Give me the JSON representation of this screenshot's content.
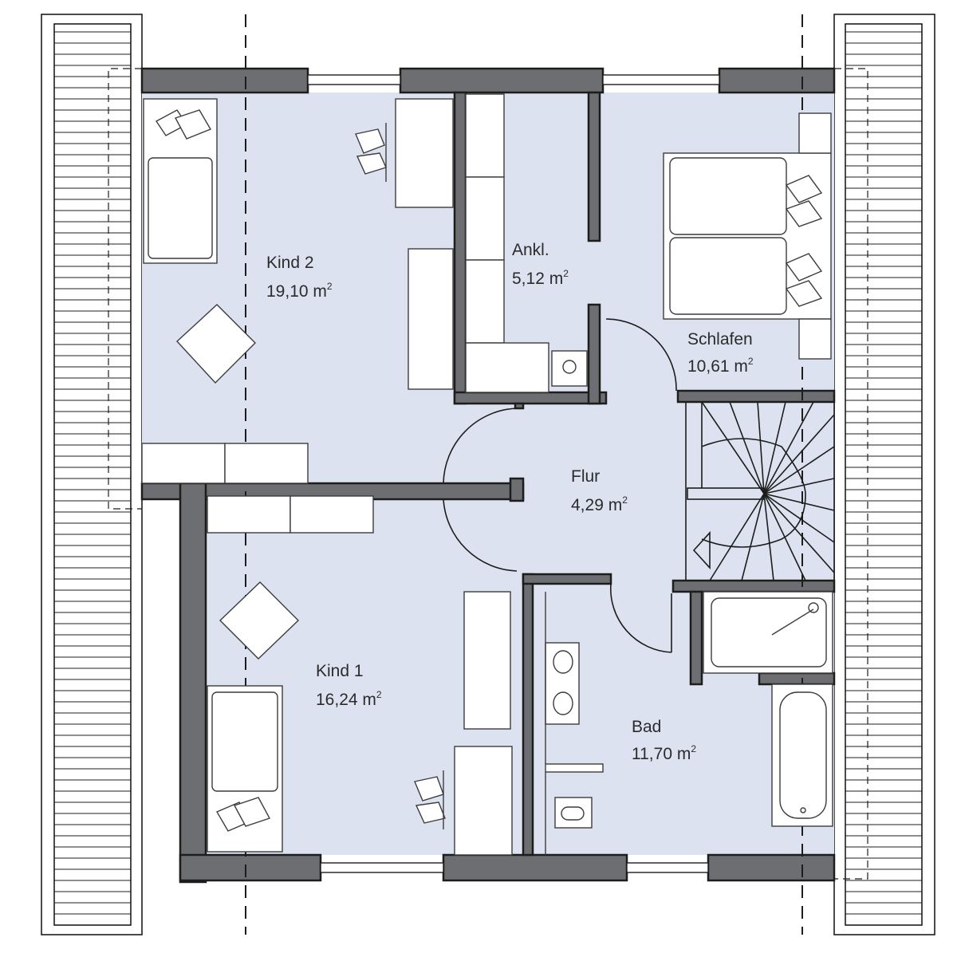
{
  "rooms": [
    {
      "id": "kind2",
      "name": "Kind 2",
      "area": "19,10 m",
      "unit_sup": "2"
    },
    {
      "id": "ankl",
      "name": "Ankl.",
      "area": "5,12 m",
      "unit_sup": "2"
    },
    {
      "id": "schlafen",
      "name": "Schlafen",
      "area": "10,61 m",
      "unit_sup": "2"
    },
    {
      "id": "flur",
      "name": "Flur",
      "area": "4,29 m",
      "unit_sup": "2"
    },
    {
      "id": "kind1",
      "name": "Kind 1",
      "area": "16,24 m",
      "unit_sup": "2"
    },
    {
      "id": "bad",
      "name": "Bad",
      "area": "11,70 m",
      "unit_sup": "2"
    }
  ],
  "colors": {
    "floor": "#dde2f1",
    "wall": "#6d6e71",
    "outline": "#1d1d1b"
  }
}
